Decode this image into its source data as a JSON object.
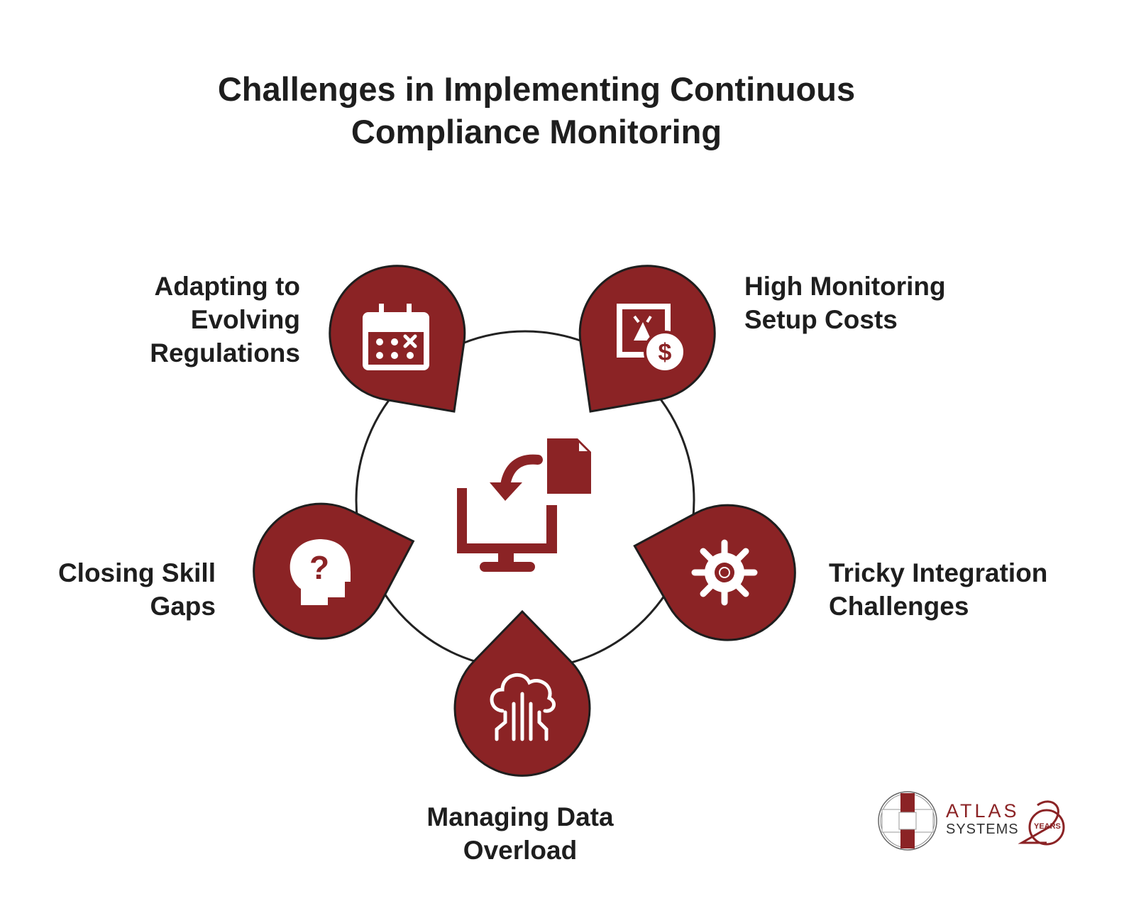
{
  "title": {
    "line1": "Challenges in Implementing Continuous",
    "line2": "Compliance Monitoring"
  },
  "colors": {
    "accent": "#8b2325",
    "outline": "#1e1e1e",
    "ring": "#222222"
  },
  "items": [
    {
      "label_lines": [
        "Adapting to",
        "Evolving",
        "Regulations"
      ],
      "icon": "calendar-icon"
    },
    {
      "label_lines": [
        "High Monitoring",
        "Setup Costs"
      ],
      "icon": "cost-image-dollar-icon"
    },
    {
      "label_lines": [
        "Tricky Integration",
        "Challenges"
      ],
      "icon": "gear-icon"
    },
    {
      "label_lines": [
        "Managing Data",
        "Overload"
      ],
      "icon": "cloud-data-icon"
    },
    {
      "label_lines": [
        "Closing Skill",
        "Gaps"
      ],
      "icon": "head-question-icon"
    }
  ],
  "center_icon": "monitor-file-transfer-icon",
  "logo": {
    "name": "ATLAS",
    "sub": "SYSTEMS",
    "anniv": "20",
    "years": "YEARS"
  }
}
